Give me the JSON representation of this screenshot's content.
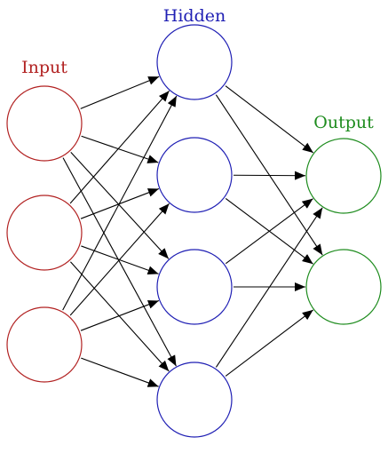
{
  "layers": [
    {
      "key": "input",
      "label": "Input",
      "color": "#b22222",
      "node_count": 3
    },
    {
      "key": "hidden",
      "label": "Hidden",
      "color": "#1f1fb4",
      "node_count": 4
    },
    {
      "key": "output",
      "label": "Output",
      "color": "#1e8c1e",
      "node_count": 2
    }
  ],
  "connections": "fully-connected",
  "edge_color": "#000000"
}
